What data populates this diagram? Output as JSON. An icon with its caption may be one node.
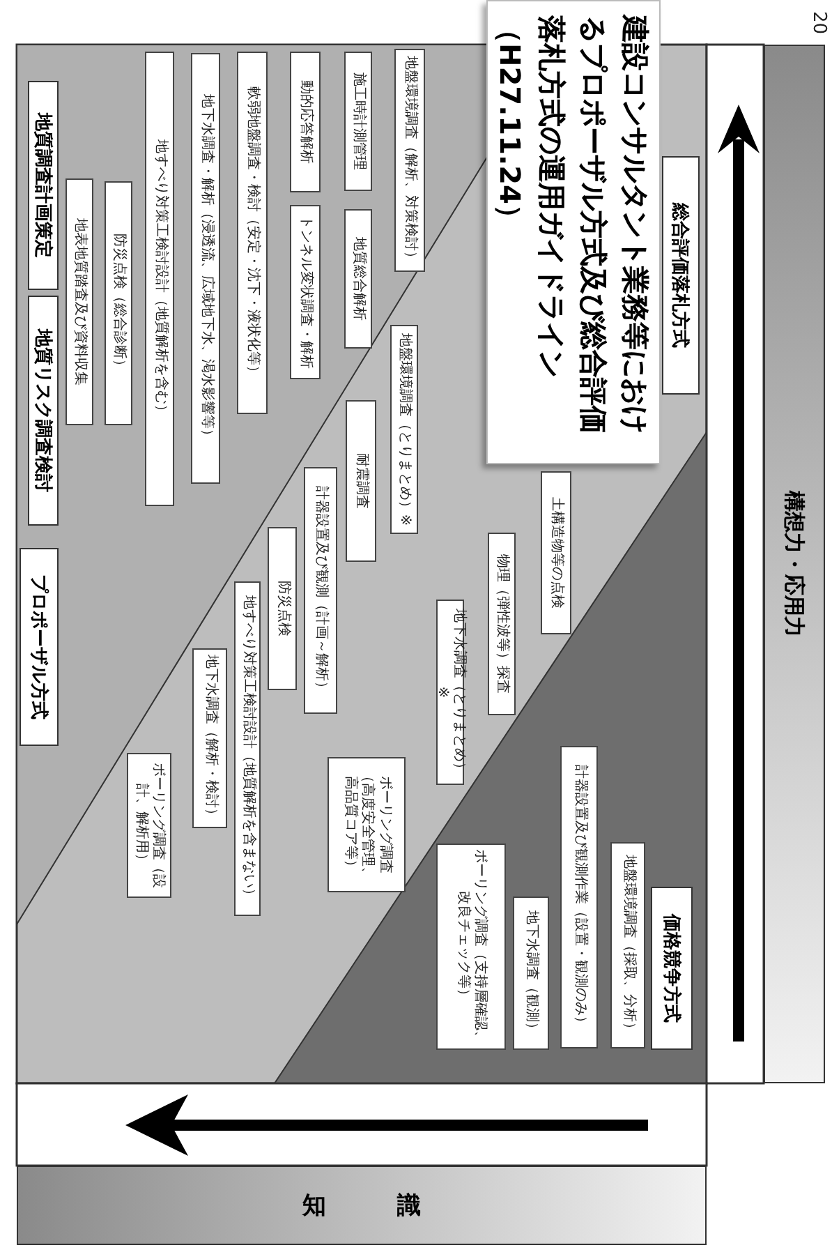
{
  "diagram": {
    "nodes": [
      {
        "text": [
          "建設コンサルタント業務等におけるプロポーザル方式及び総合評価落札方式の運用ガイドライン（H27.11.24）"
        ]
      },
      {
        "text": [
          "構想力・応用力"
        ]
      },
      {
        "text": [
          "知識"
        ]
      },
      {
        "text": [
          "プロポーザル方式"
        ]
      },
      {
        "text": [
          "地質リスク調査検討"
        ]
      },
      {
        "text": [
          "地質調査計画策定"
        ]
      },
      {
        "text": [
          "総合評価落札方式"
        ]
      },
      {
        "text": [
          "価格競争方式"
        ]
      },
      {
        "text": [
          "地表地質踏査及び資料収集"
        ]
      },
      {
        "text": [
          "防災点検（総合診断）"
        ]
      },
      {
        "text": [
          "地すべり対策工検討設計（地質解析を含む）"
        ]
      },
      {
        "text": [
          "地下水調査・解析（浸透流、広域地下水、渇水影響等）"
        ]
      },
      {
        "text": [
          "軟弱地盤調査・検討（安定・沈下・液状化等）"
        ]
      },
      {
        "text": [
          "動的応答解析"
        ]
      },
      {
        "text": [
          "トンネル変状調査・解析"
        ]
      },
      {
        "text": [
          "施工時計測管理"
        ]
      },
      {
        "text": [
          "地質総合解析"
        ]
      },
      {
        "text": [
          "地盤環境調査（解析、対策検討）"
        ]
      },
      {
        "text": [
          "ボーリング調査（設計、解析用）"
        ]
      },
      {
        "text": [
          "地下水調査（解析・検討）"
        ]
      },
      {
        "text": [
          "地すべり対策工検討設計（地質解析を含まない）"
        ]
      },
      {
        "text": [
          "防災点検"
        ]
      },
      {
        "text": [
          "計器設置及び観測（計画～解析）"
        ]
      },
      {
        "text": [
          "ボーリング調査（高度安全管理、高品質コア等）"
        ]
      },
      {
        "text": [
          "耐震調査"
        ]
      },
      {
        "text": [
          "地盤環境調査（とりまとめ）※"
        ]
      },
      {
        "text": [
          "地下水調査（とりまとめ）※"
        ]
      },
      {
        "text": [
          "物理（弾性波等）探査"
        ]
      },
      {
        "text": [
          "土構造物等の点検"
        ]
      },
      {
        "text": [
          "ボーリング調査（支持層確認、改良チェック等）"
        ]
      },
      {
        "text": [
          "地下水調査（観測）"
        ]
      },
      {
        "text": [
          "計器設置及び観測作業（設置・観測のみ）"
        ]
      },
      {
        "text": [
          "地盤環境調査（採取、分析）"
        ]
      }
    ],
    "labels": [
      "20"
    ]
  }
}
